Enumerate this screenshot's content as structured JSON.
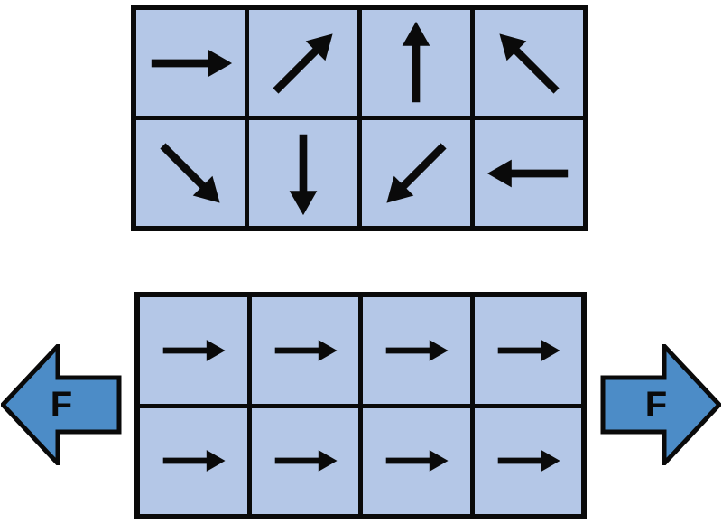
{
  "diagram": {
    "kind": "magnetic-domains-alignment",
    "top_grid": {
      "rows": 2,
      "cols": 4,
      "cells": [
        "right",
        "up-right",
        "up",
        "up-left",
        "down-right",
        "down",
        "down-left",
        "left"
      ],
      "arrow_size": 96
    },
    "bottom_grid": {
      "rows": 2,
      "cols": 4,
      "cells": [
        "right",
        "right",
        "right",
        "right",
        "right",
        "right",
        "right",
        "right"
      ],
      "arrow_size": 74
    },
    "force_left": {
      "label": "F",
      "direction": "left"
    },
    "force_right": {
      "label": "F",
      "direction": "right"
    }
  },
  "colors": {
    "background": "#ffffff",
    "cell_fill": "#b4c7e7",
    "grid_line": "#0a0a0a",
    "domain_arrow": "#0a0a0a",
    "force_fill": "#4c8cc7",
    "force_outline": "#0a0a0a"
  }
}
